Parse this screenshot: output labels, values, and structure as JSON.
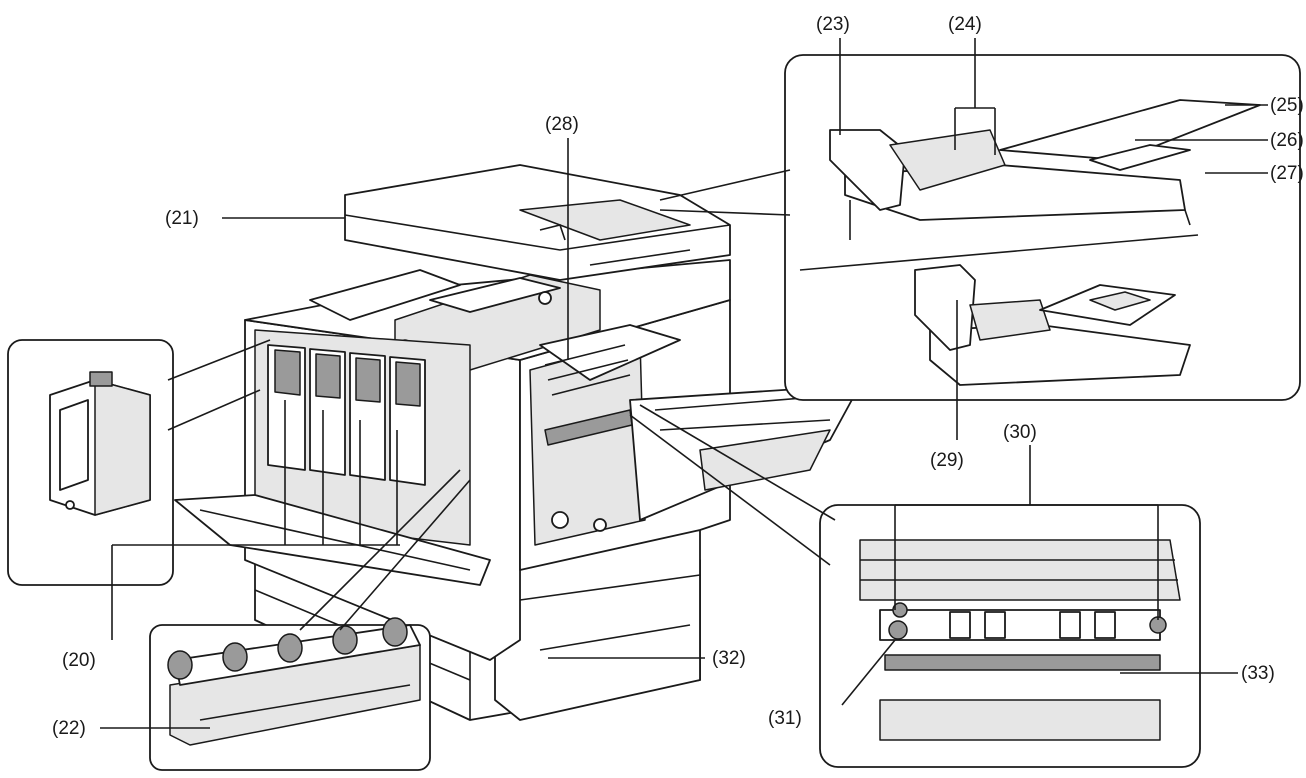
{
  "callouts": {
    "c20": "(20)",
    "c21": "(21)",
    "c22": "(22)",
    "c23": "(23)",
    "c24": "(24)",
    "c25": "(25)",
    "c26": "(26)",
    "c27": "(27)",
    "c28": "(28)",
    "c29": "(29)",
    "c30": "(30)",
    "c31": "(31)",
    "c32": "(32)",
    "c33": "(33)"
  }
}
